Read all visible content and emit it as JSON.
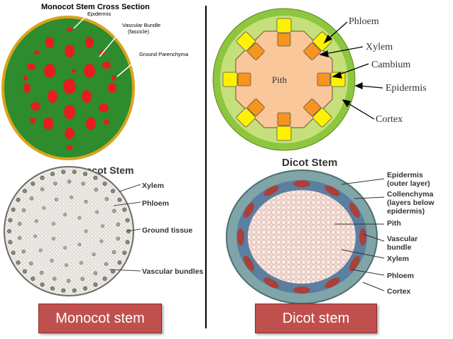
{
  "colors": {
    "monocot_ground": "#2e8b2e",
    "monocot_bundle": "#e41e1e",
    "monocot_epidermis": "#d9a41c",
    "dicot_cortex": "#8dc63f",
    "dicot_pith": "#f9c79a",
    "dicot_phloem": "#fff200",
    "dicot_xylem": "#f7941d",
    "badge": "#c0504d",
    "divider": "#000000"
  },
  "monocot_diagram": {
    "title": "Monocot Stem Cross Section",
    "labels": {
      "epidermis": "Epidermis",
      "vascular_bundle_1": "Vascular Bundle",
      "vascular_bundle_2": "(fascicle)",
      "ground_parenchyma": "Ground Parenchyma"
    }
  },
  "monocot_micrograph": {
    "title": "Monocot Stem",
    "labels": {
      "xylem": "Xylem",
      "phloem": "Phloem",
      "ground_tissue": "Ground tissue",
      "vascular_bundles": "Vascular bundles"
    }
  },
  "dicot_diagram": {
    "labels": {
      "phloem": "Phloem",
      "xylem": "Xylem",
      "cambium": "Cambium",
      "epidermis": "Epidermis",
      "cortex": "Cortex",
      "pith": "Pith"
    }
  },
  "dicot_micrograph": {
    "title": "Dicot Stem",
    "labels": {
      "epidermis_1": "Epidermis",
      "epidermis_2": "(outer layer)",
      "collenchyma_1": "Collenchyma",
      "collenchyma_2": "(layers below",
      "collenchyma_3": "epidermis)",
      "pith": "Pith",
      "vascular_1": "Vascular",
      "vascular_2": "bundle",
      "xylem": "Xylem",
      "phloem": "Phloem",
      "cortex": "Cortex"
    }
  },
  "captions": {
    "monocot": "Monocot stem",
    "dicot": "Dicot stem"
  }
}
